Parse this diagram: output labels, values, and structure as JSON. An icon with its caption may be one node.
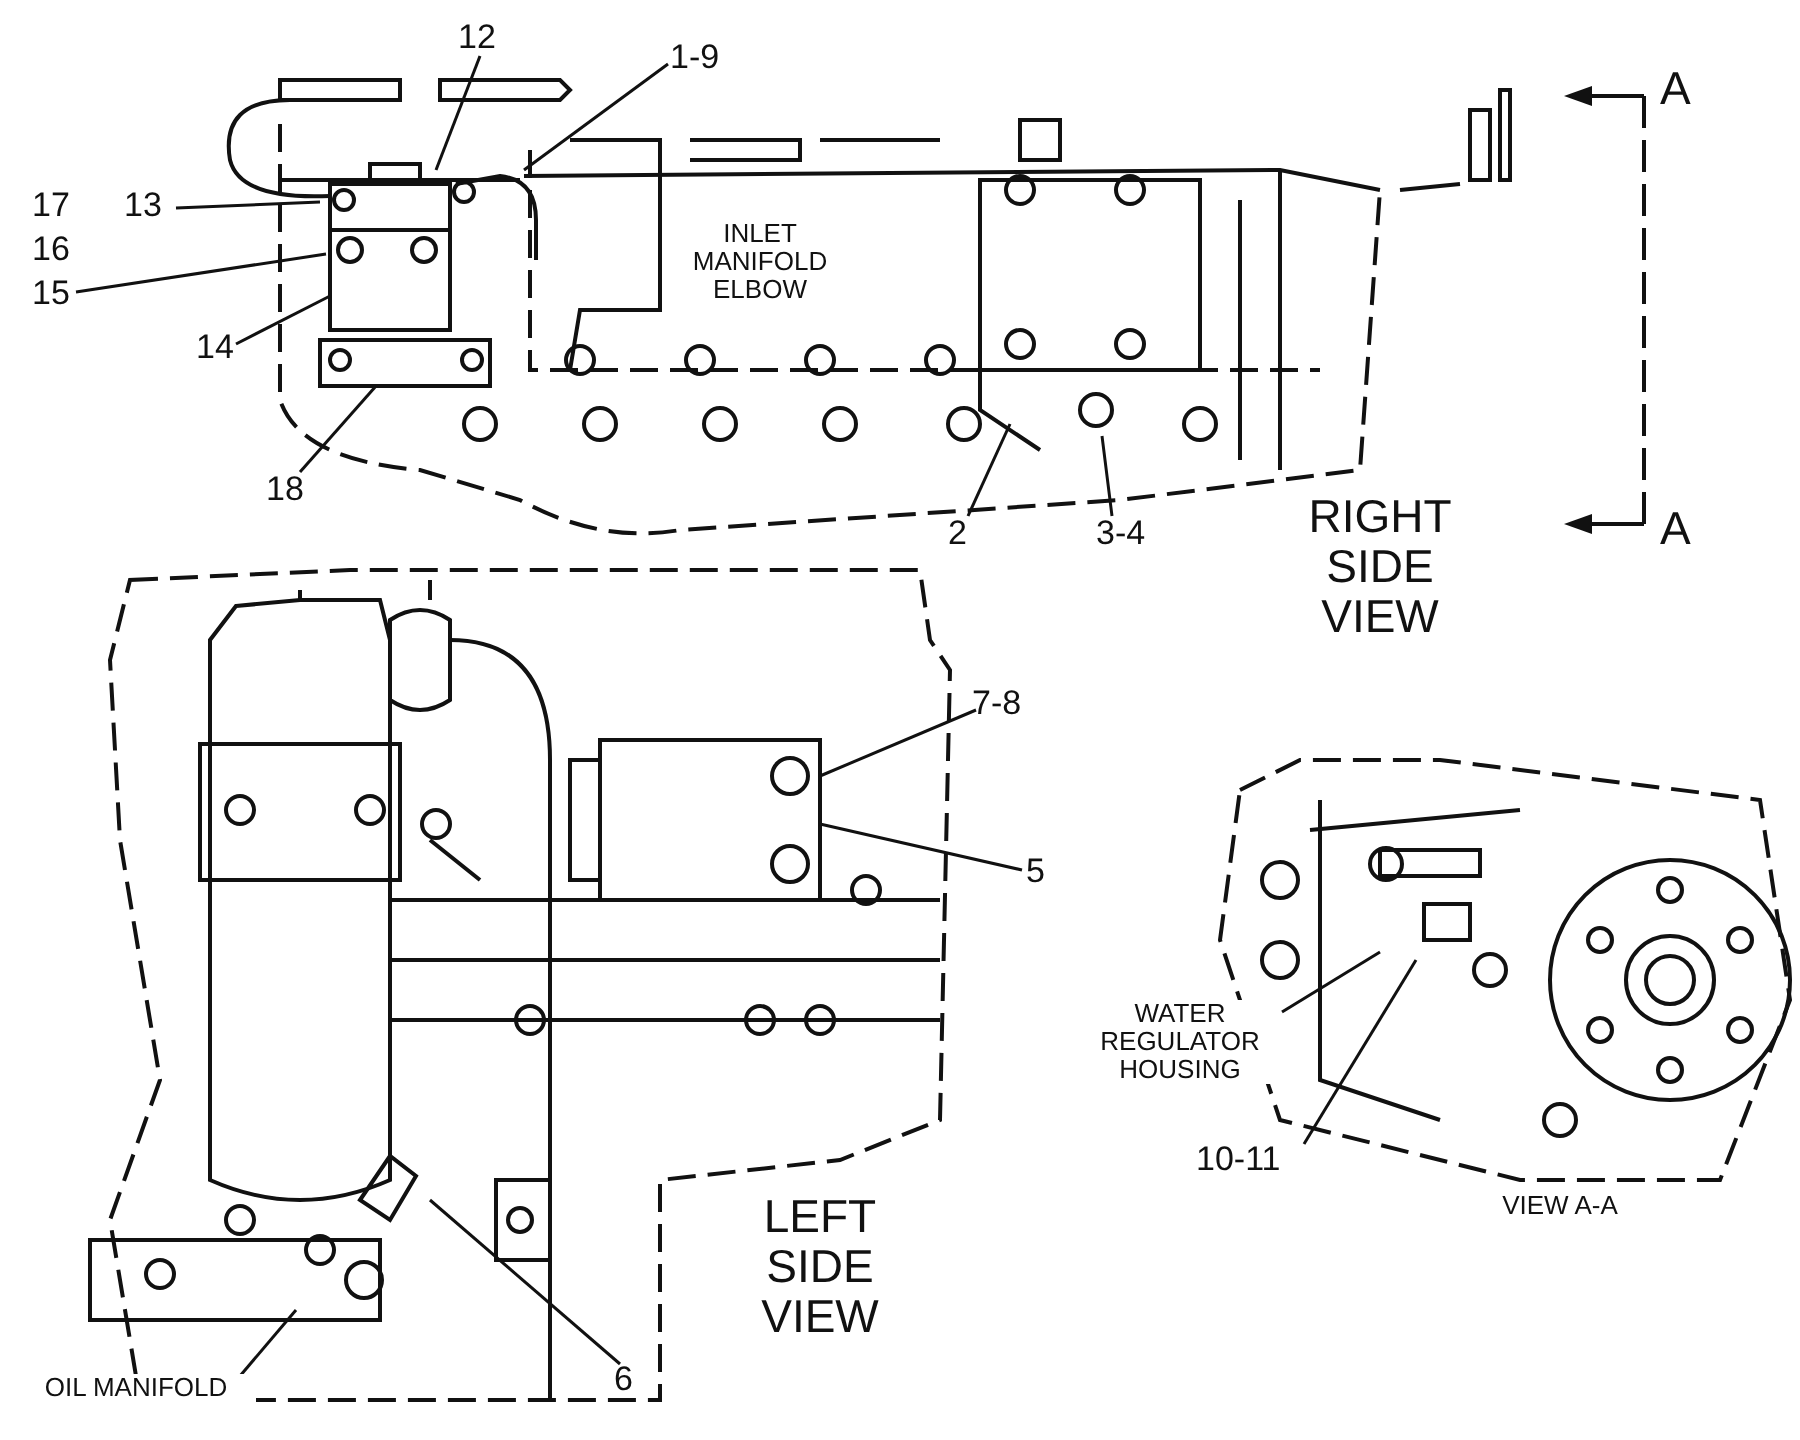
{
  "diagram": {
    "nodes": [
      {
        "text": [
          "12"
        ]
      },
      {
        "text": [
          "1-9"
        ]
      },
      {
        "text": [
          "13"
        ]
      },
      {
        "text": [
          "15"
        ]
      },
      {
        "text": [
          "14"
        ]
      },
      {
        "text": [
          "18"
        ]
      },
      {
        "text": [
          "2"
        ]
      },
      {
        "text": [
          "3-4"
        ]
      },
      {
        "text": [
          "7-8"
        ]
      },
      {
        "text": [
          "5"
        ]
      },
      {
        "text": [
          "6"
        ]
      },
      {
        "text": [
          "OIL MANIFOLD"
        ]
      },
      {
        "text": [
          "WATER REGULATOR HOUSING"
        ]
      },
      {
        "text": [
          "10-11"
        ]
      }
    ],
    "edges": [
      {
        "from": 0,
        "to": null,
        "arrow": "none"
      },
      {
        "from": 1,
        "to": null,
        "arrow": "none"
      },
      {
        "from": 2,
        "to": null,
        "arrow": "none"
      },
      {
        "from": 3,
        "to": null,
        "arrow": "none"
      },
      {
        "from": 4,
        "to": null,
        "arrow": "none"
      },
      {
        "from": 5,
        "to": null,
        "arrow": "none"
      },
      {
        "from": 6,
        "to": null,
        "arrow": "none"
      },
      {
        "from": 7,
        "to": null,
        "arrow": "none"
      },
      {
        "from": 8,
        "to": null,
        "arrow": "none"
      },
      {
        "from": 9,
        "to": null,
        "arrow": "none"
      },
      {
        "from": 10,
        "to": null,
        "arrow": "none"
      },
      {
        "from": 11,
        "to": null,
        "arrow": "none"
      },
      {
        "from": 12,
        "to": null,
        "arrow": "none"
      },
      {
        "from": 13,
        "to": null,
        "arrow": "none"
      }
    ],
    "labels": [
      "17",
      "16",
      "INLET MANIFOLD ELBOW",
      "A",
      "A",
      "RIGHT SIDE VIEW",
      "LEFT SIDE VIEW",
      "VIEW A-A"
    ]
  }
}
